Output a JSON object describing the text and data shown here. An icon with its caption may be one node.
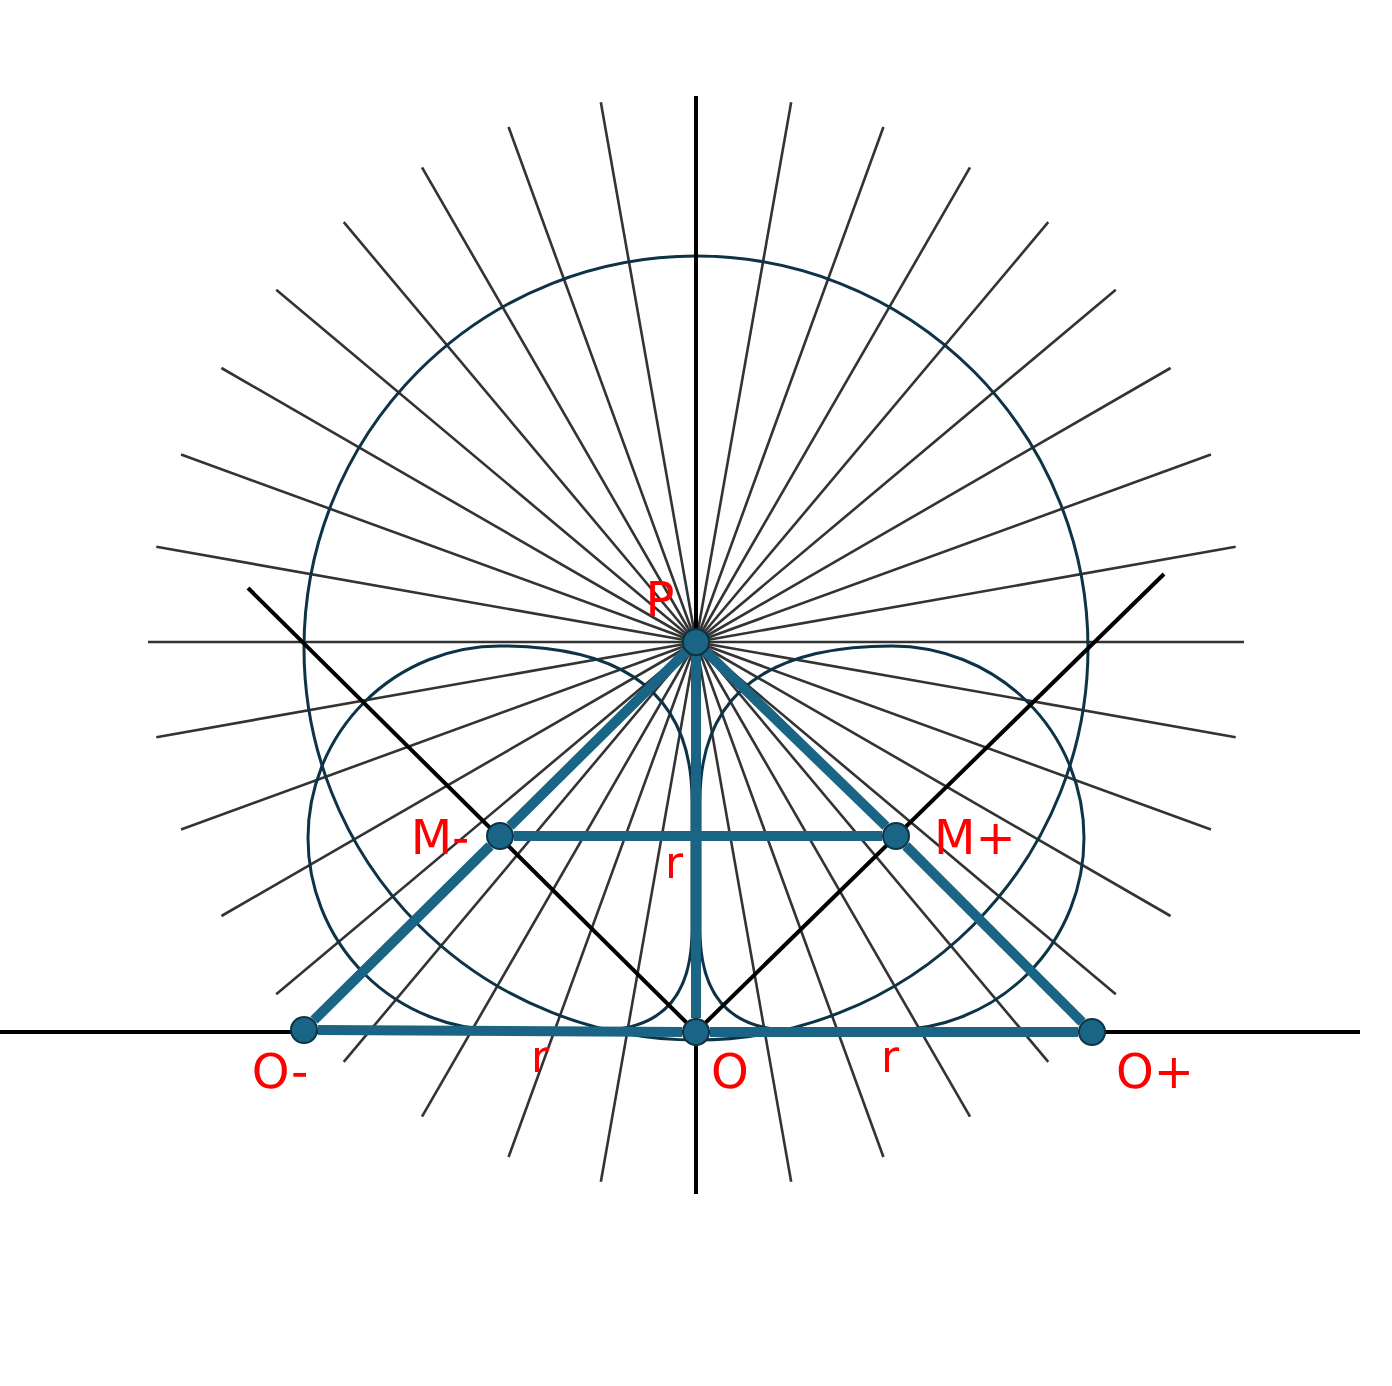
{
  "diagram": {
    "nodes": [
      {
        "text": [
          "P"
        ]
      },
      {
        "text": [
          "M-"
        ]
      },
      {
        "text": [
          "M+"
        ]
      },
      {
        "text": [
          "O-"
        ]
      },
      {
        "text": [
          "O"
        ]
      },
      {
        "text": [
          "O+"
        ]
      }
    ],
    "edges": [
      {
        "from": 3,
        "to": 1,
        "arrow": "none"
      },
      {
        "from": 1,
        "to": 0,
        "arrow": "none"
      },
      {
        "from": 0,
        "to": 2,
        "arrow": "none"
      },
      {
        "from": 2,
        "to": 5,
        "arrow": "none"
      },
      {
        "from": 1,
        "to": 2,
        "arrow": "none"
      },
      {
        "from": 0,
        "to": 4,
        "arrow": "none",
        "label": "r"
      },
      {
        "from": 3,
        "to": 4,
        "arrow": "none",
        "label": "r"
      },
      {
        "from": 4,
        "to": 5,
        "arrow": "none",
        "label": "r"
      }
    ]
  }
}
